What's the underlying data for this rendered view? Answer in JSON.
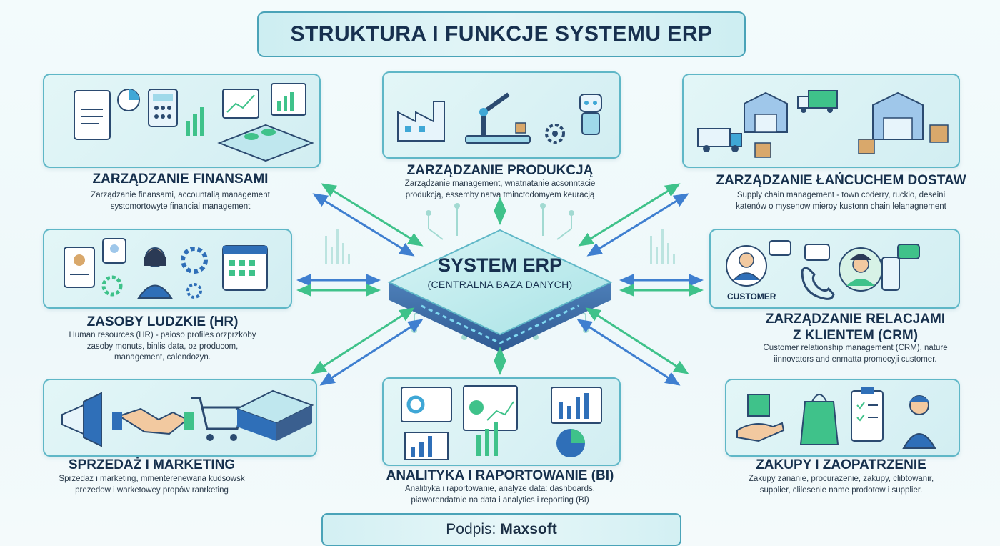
{
  "header": {
    "title": "STRUKTURA I FUNKCJE SYSTEMU ERP"
  },
  "center": {
    "title": "SYSTEM ERP",
    "subtitle": "(CENTRALNA BAZA DANYCH)"
  },
  "modules": {
    "finance": {
      "title": "ZARZĄDZANIE FINANSAMI",
      "desc_line1": "Zarządzanie finansami, accountalią management",
      "desc_line2": "systomortowyte financial management"
    },
    "production": {
      "title": "ZARZĄDZANIE PRODUKCJĄ",
      "desc_line1": "Zarządzanie management, wnatnatanie acsonntacie",
      "desc_line2": "produkcją, essemby natva tminctodomyem keuracją"
    },
    "supply": {
      "title": "ZARZĄDZANIE ŁAŃCUCHEM DOSTAW",
      "desc_line1": "Supply chain management - town coderry, ruckio, deseini",
      "desc_line2": "katenów o mysenow mieroy kustonn chain lelanagnement"
    },
    "hr": {
      "title": "ZASOBY LUDZKIE (HR)",
      "desc_line1": "Human resources (HR) - paioso profiles orzprzkoby",
      "desc_line2": "zasoby monuts, binlis data, oz producom,",
      "desc_line3": "management, calendozyn."
    },
    "crm": {
      "title_line1": "ZARZĄDZANIE RELACJAMI",
      "title_line2": "Z KLIENTEM (CRM)",
      "customer_label": "CUSTOMER",
      "desc_line1": "Customer relationship management (CRM), nature",
      "desc_line2": "iinnovators and enmatta promocyji customer."
    },
    "sales": {
      "title": "SPRZEDAŻ I MARKETING",
      "desc_line1": "Sprzedaż i marketing, mmenterenewana kudsowsk",
      "desc_line2": "prezedow i warketowey propów ranrketing"
    },
    "bi": {
      "title": "ANALITYKA I RAPORTOWANIE (BI)",
      "desc_line1": "Analitiyka i raportowanie, analyze data: dashboards,",
      "desc_line2": "piaworendatnie na data i analytics i reporting (BI)"
    },
    "purchasing": {
      "title": "ZAKUPY I ZAOPATRZENIE",
      "desc_line1": "Zakupy zananie, procurazenie, zakupy, clibtowanir,",
      "desc_line2": "supplier, clilesenie name prodotow i supplier."
    }
  },
  "footer": {
    "label": "Podpis:",
    "name": "Maxsoft"
  },
  "colors": {
    "accent": "#4aa3b8",
    "arrow_green": "#3fc28a",
    "arrow_blue": "#3f7fd0",
    "ink": "#17304f"
  }
}
